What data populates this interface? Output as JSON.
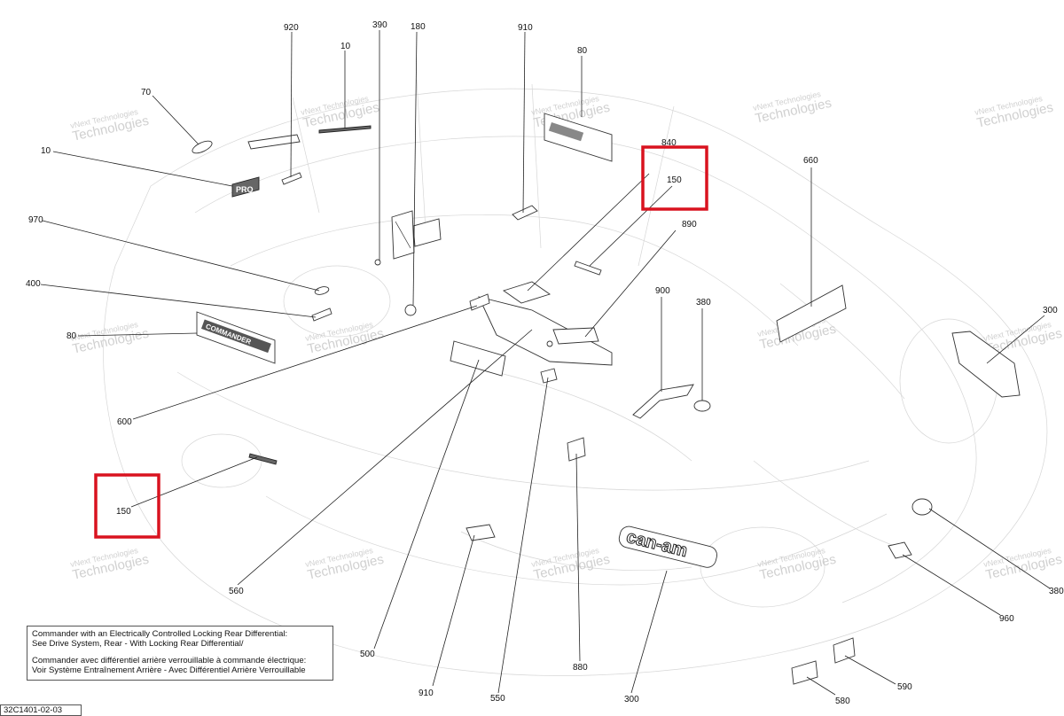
{
  "watermark": {
    "line1": "vNext Technologies",
    "line2": "Technologies"
  },
  "labels": [
    "920",
    "10",
    "390",
    "180",
    "910",
    "80",
    "70",
    "10",
    "840",
    "150",
    "660",
    "890",
    "970",
    "400",
    "900",
    "380",
    "300",
    "80",
    "600",
    "150",
    "560",
    "500",
    "910",
    "550",
    "880",
    "300",
    "580",
    "590",
    "960",
    "380"
  ],
  "note": {
    "en_line1": "Commander with an Electrically Controlled Locking Rear Differential:",
    "en_line2": "See Drive System, Rear - With Locking Rear Differential/",
    "fr_line1": "Commander avec différentiel arrière verrouillable à commande électrique:",
    "fr_line2": "Voir Système Entraînement Arrière - Avec Différentiel Arrière Verrouillable"
  },
  "drawing_code": "32C1401-02-03",
  "decals": {
    "commander": "COMMANDER",
    "can_am": "can-am",
    "pro": "PRO"
  },
  "colors": {
    "highlight": "#d9121f",
    "line": "#222222",
    "watermark": "#c8c8c8"
  }
}
